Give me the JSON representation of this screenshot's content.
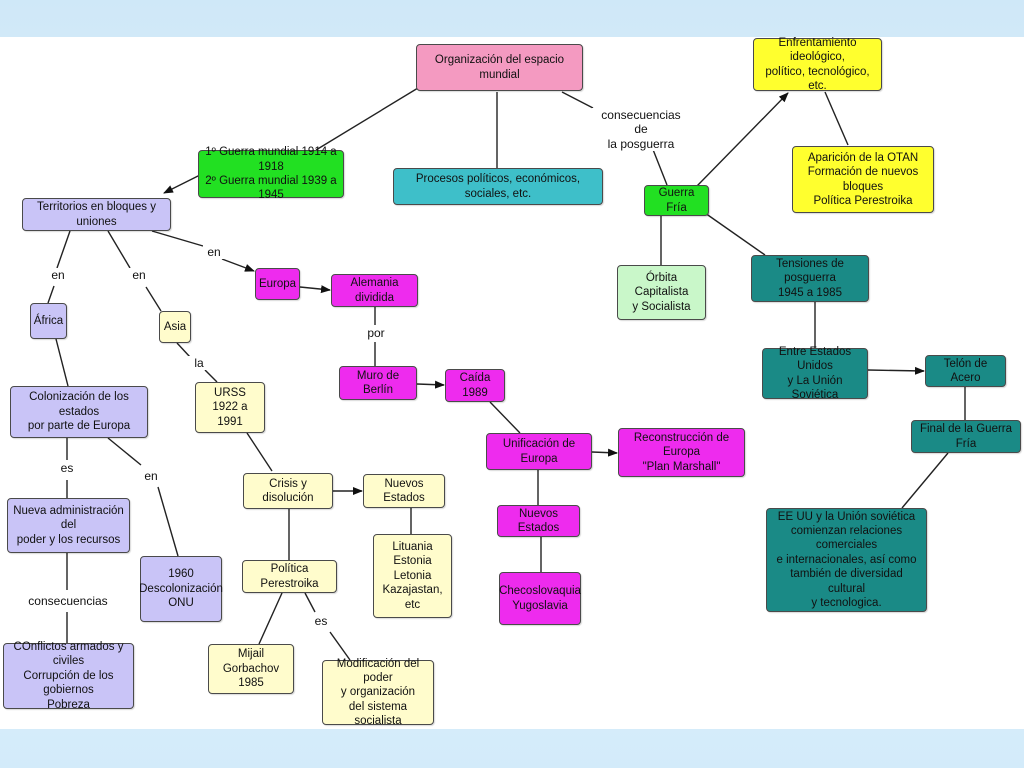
{
  "colors": {
    "pink": "#f49ac1",
    "green": "#22e022",
    "teal": "#3ebfc9",
    "yellow": "#ffff2e",
    "lavender": "#c9c4f7",
    "magenta": "#ee2bee",
    "lightgreen": "#c9f7c9",
    "darkteal": "#1a8a86",
    "lightyellow": "#fffccc"
  },
  "nodes": {
    "org": "Organización del espacio mundial",
    "guerras": "1º Guerra mundial 1914 a 1918\n2º Guerra mundial 1939 a 1945",
    "procesos": "Procesos políticos, económicos, sociales, etc.",
    "enfrentamiento": "Enfrentamiento ideológico,\npolítico, tecnológico, etc.",
    "otan": "Aparición de la OTAN\nFormación de nuevos bloques\nPolítica Perestroika",
    "guerra_fria": "Guerra Fría",
    "territorios": "Territorios en bloques y uniones",
    "orbita": "Órbita Capitalista\ny Socialista",
    "tensiones": "Tensiones de posguerra\n1945 a 1985",
    "europa": "Europa",
    "alemania": "Alemania dividida",
    "africa": "África",
    "asia": "Asia",
    "muro": "Muro de Berlín",
    "caida": "Caída 1989",
    "entre": "Entre Estados Unidos\ny La Unión Soviética",
    "telon": "Telón de Acero",
    "colonizacion": "Colonización de los estados\npor parte de Europa",
    "urss": "URSS\n1922 a 1991",
    "unificacion": "Unificación de Europa",
    "reconstruccion": "Reconstrucción de Europa\n\"Plan Marshall\"",
    "final": "Final de la Guerra Fría",
    "crisis": "Crisis y disolución",
    "nuevos_estados_1": "Nuevos Estados",
    "nueva_admin": "Nueva administración del\npoder y los recursos",
    "nuevos_estados_2": "Nuevos Estados",
    "eeuu": "EE UU y la Unión soviética\ncomienzan relaciones comerciales\ne internacionales, así como\ntambién de diversidad cultural\ny tecnologica.",
    "lituania": "Lituania\nEstonia\nLetonia\nKazajastan, etc",
    "descolonizacion": "1960\nDescolonización\nONU",
    "perestroika": "Política Perestroika",
    "checoslovaquia": "Checoslovaquia\nYugoslavia",
    "conflictos": "COnflictos armados y civiles\nCorrupción de los gobiernos\nPobreza",
    "gorbachov": "Mijail Gorbachov\n1985",
    "modificacion": "Modificación del poder\ny organización\ndel sistema socialista"
  },
  "labels": {
    "consecuencias_posguerra": "consecuencias de\nla posguerra",
    "en_europa": "en",
    "en_africa": "en",
    "en_asia": "en",
    "la": "la",
    "por": "por",
    "es_1": "es",
    "en_1960": "en",
    "consecuencias": "consecuencias",
    "es_2": "es"
  }
}
